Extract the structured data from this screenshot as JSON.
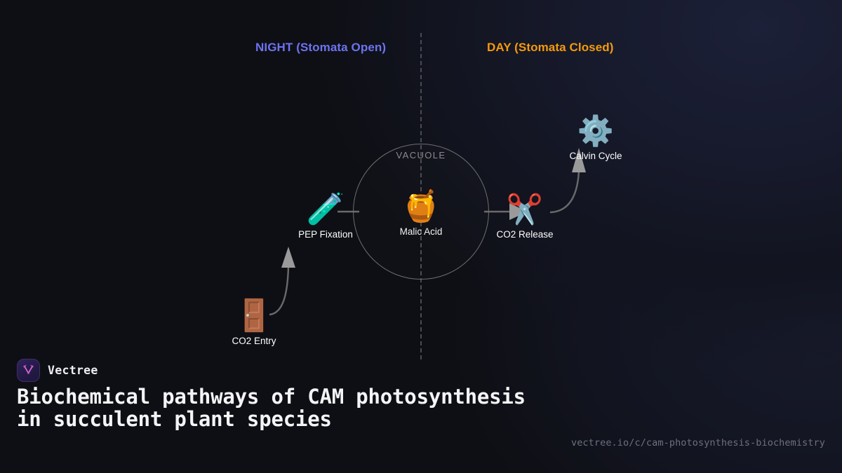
{
  "background": {
    "base_color": "#0e0f14",
    "glow_color": "#1c2038"
  },
  "diagram": {
    "phases": [
      {
        "id": "night",
        "label": "NIGHT (Stomata Open)",
        "color": "#6d73f0"
      },
      {
        "id": "day",
        "label": "DAY (Stomata Closed)",
        "color": "#f59a0b"
      }
    ],
    "divider": {
      "style": "dashed",
      "color": "#4a4a52"
    },
    "vacuole": {
      "title": "VACUOLE",
      "title_color": "#8b8b8b",
      "border_color": "#6f6f6f"
    },
    "nodes": [
      {
        "id": "co2-entry",
        "label": "CO2 Entry",
        "icon": "door-icon",
        "glyph": "🚪"
      },
      {
        "id": "pep-fixation",
        "label": "PEP Fixation",
        "icon": "test-tube-icon",
        "glyph": "🧪"
      },
      {
        "id": "malic-acid",
        "label": "Malic Acid",
        "icon": "honey-pot-icon",
        "glyph": "🍯"
      },
      {
        "id": "co2-release",
        "label": "CO2 Release",
        "icon": "scissors-icon",
        "glyph": "✂️"
      },
      {
        "id": "calvin-cycle",
        "label": "Calvin Cycle",
        "icon": "gear-icon",
        "glyph": "⚙️"
      }
    ],
    "edge_color": "#6a6a6a",
    "arrow_color": "#9a9a9a"
  },
  "footer": {
    "brand_name": "Vectree",
    "logo_icon": "vectree-logo-icon",
    "title": "Biochemical pathways of CAM photosynthesis in succulent plant species",
    "url": "vectree.io/c/cam-photosynthesis-biochemistry"
  }
}
